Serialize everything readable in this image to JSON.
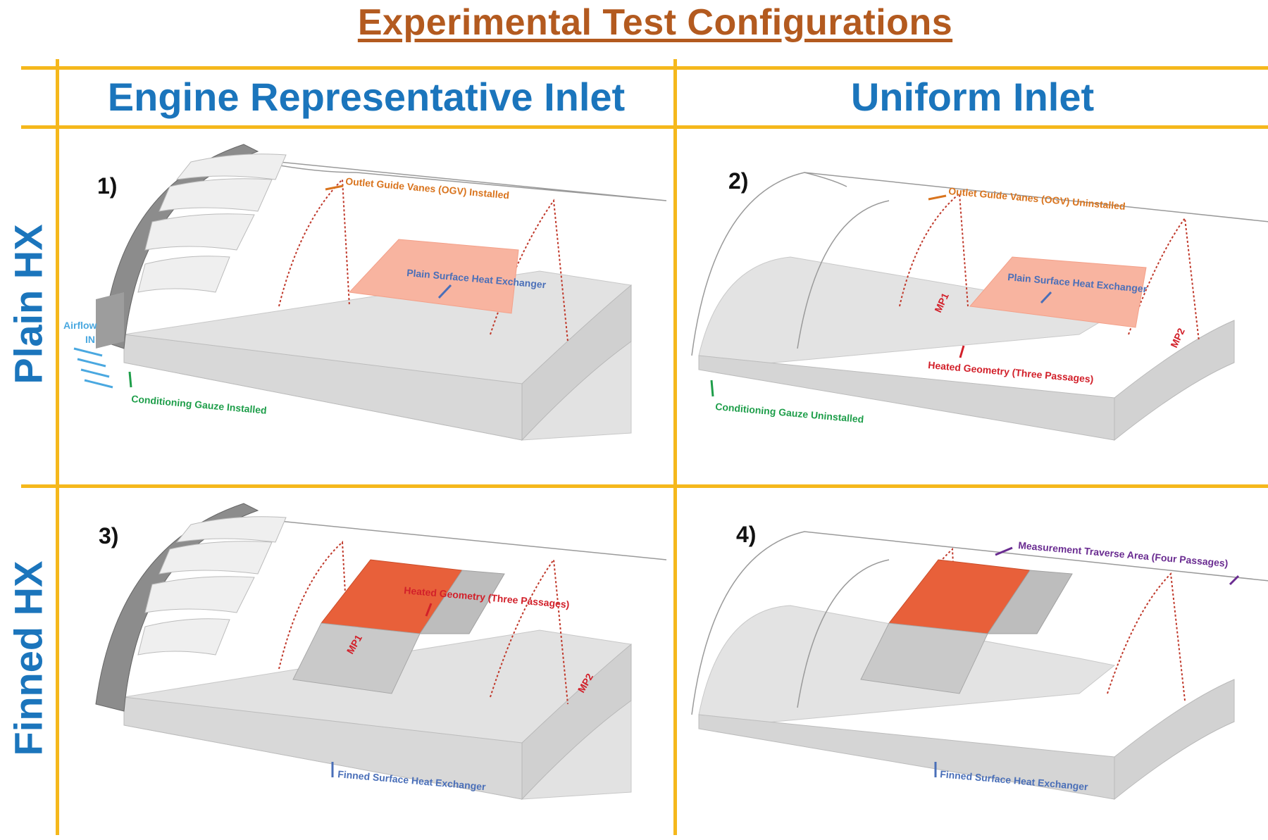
{
  "title": "Experimental Test Configurations",
  "columns": [
    "Engine Representative Inlet",
    "Uniform Inlet"
  ],
  "rows": [
    "Plain HX",
    "Finned HX"
  ],
  "colors": {
    "title": "#B35A1F",
    "header": "#1B75BC",
    "grid": "#F5B81C",
    "orange_label": "#D9741E",
    "blue_label": "#4A6FB8",
    "red_label": "#D2202A",
    "green_label": "#1E9E4A",
    "purple_label": "#6A2C91",
    "sky_label": "#4AA8E0",
    "hx_plain": "#F8B4A0",
    "hx_fin": "#E8603A"
  },
  "panels": [
    {
      "number": "1)",
      "labels": {
        "ogv": "Outlet Guide Vanes (OGV) Installed",
        "hx": "Plain Surface Heat Exchanger",
        "airflow_1": "Airflow",
        "airflow_2": "IN",
        "gauze": "Conditioning Gauze Installed"
      }
    },
    {
      "number": "2)",
      "labels": {
        "ogv": "Outlet Guide Vanes (OGV) Uninstalled",
        "hx": "Plain Surface Heat Exchanger",
        "mp1": "MP1",
        "mp2": "MP2",
        "heated": "Heated Geometry (Three Passages)",
        "gauze": "Conditioning Gauze Uninstalled"
      }
    },
    {
      "number": "3)",
      "labels": {
        "heated": "Heated Geometry (Three Passages)",
        "mp1": "MP1",
        "mp2": "MP2",
        "hx": "Finned Surface Heat Exchanger"
      }
    },
    {
      "number": "4)",
      "labels": {
        "traverse": "Measurement Traverse Area (Four Passages)",
        "hx": "Finned Surface Heat Exchanger"
      }
    }
  ]
}
